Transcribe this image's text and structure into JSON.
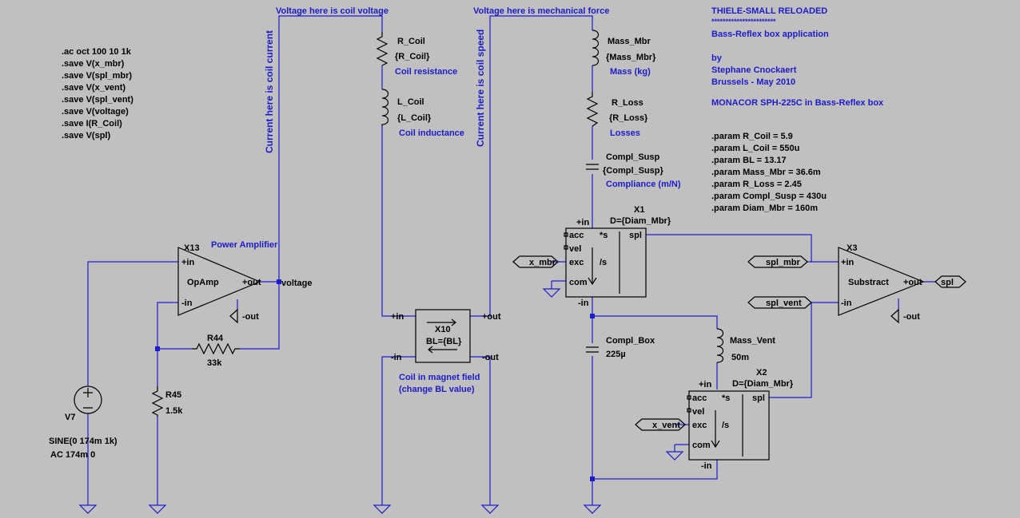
{
  "header": {
    "title": "THIELE-SMALL RELOADED",
    "stars": "***********************",
    "subtitle": "Bass-Reflex box application",
    "by": "by",
    "author": "Stephane Cnockaert",
    "place_date": "Brussels - May 2010",
    "speaker": "MONACOR SPH-225C in Bass-Reflex box"
  },
  "directives": [
    ".ac oct 100 10 1k",
    ".save V(x_mbr)",
    ".save V(spl_mbr)",
    ".save V(x_vent)",
    ".save V(spl_vent)",
    ".save V(voltage)",
    ".save I(R_Coil)",
    ".save V(spl)"
  ],
  "params": [
    ".param R_Coil = 5.9",
    ".param L_Coil = 550u",
    ".param BL = 13.17",
    ".param Mass_Mbr = 36.6m",
    ".param R_Loss = 2.45",
    ".param Compl_Susp = 430u",
    ".param Diam_Mbr = 160m"
  ],
  "notes": {
    "coil_voltage": "Voltage here is coil voltage",
    "mech_force": "Voltage here is mechanical force",
    "coil_current": "Current here is coil current",
    "coil_speed": "Current here is coil speed",
    "power_amp": "Power Amplifier",
    "coil_res": "Coil resistance",
    "coil_ind": "Coil inductance",
    "mass_kg": "Mass (kg)",
    "losses": "Losses",
    "compliance": "Compliance (m/N)",
    "magnet1": "Coil in magnet field",
    "magnet2": "(change BL value)"
  },
  "components": {
    "r_coil": {
      "name": "R_Coil",
      "value": "{R_Coil}"
    },
    "l_coil": {
      "name": "L_Coil",
      "value": "{L_Coil}"
    },
    "mass_mbr": {
      "name": "Mass_Mbr",
      "value": "{Mass_Mbr}"
    },
    "r_loss": {
      "name": "R_Loss",
      "value": "{R_Loss}"
    },
    "compl_susp": {
      "name": "Compl_Susp",
      "value": "{Compl_Susp}"
    },
    "compl_box": {
      "name": "Compl_Box",
      "value": "225µ"
    },
    "mass_vent": {
      "name": "Mass_Vent",
      "value": "50m"
    },
    "r44": {
      "name": "R44",
      "value": "33k"
    },
    "r45": {
      "name": "R45",
      "value": "1.5k"
    },
    "v7": {
      "name": "V7",
      "value1": "SINE(0 174m 1k)",
      "value2": "AC 174m 0"
    },
    "x13": {
      "name": "X13",
      "body": "OpAmp",
      "pin_inp": "+in",
      "pin_inn": "-in",
      "pin_out": "+out",
      "pin_outn": "-out"
    },
    "x10": {
      "name": "X10",
      "body": "BL={BL}",
      "pin_inp": "+in",
      "pin_inn": "-in",
      "pin_out": "+out",
      "pin_outn": "-out"
    },
    "x1": {
      "name": "X1",
      "param": "D={Diam_Mbr}",
      "pin_in": "+in",
      "pin_acc": "acc",
      "pin_vel": "vel",
      "pin_exc": "exc",
      "pin_com": "com",
      "pin_spl": "spl",
      "pin_inn": "-in",
      "op_s": "*s",
      "op_div": "/s"
    },
    "x2": {
      "name": "X2",
      "param": "D={Diam_Mbr}",
      "pin_in": "+in",
      "pin_acc": "acc",
      "pin_vel": "vel",
      "pin_exc": "exc",
      "pin_com": "com",
      "pin_spl": "spl",
      "pin_inn": "-in",
      "op_s": "*s",
      "op_div": "/s"
    },
    "x3": {
      "name": "X3",
      "body": "Substract",
      "pin_inp": "+in",
      "pin_inn": "-in",
      "pin_out": "+out",
      "pin_outn": "-out"
    }
  },
  "net_labels": {
    "voltage": "voltage",
    "x_mbr": "x_mbr",
    "spl_mbr": "spl_mbr",
    "spl_vent": "spl_vent",
    "x_vent": "x_vent",
    "spl": "spl"
  }
}
